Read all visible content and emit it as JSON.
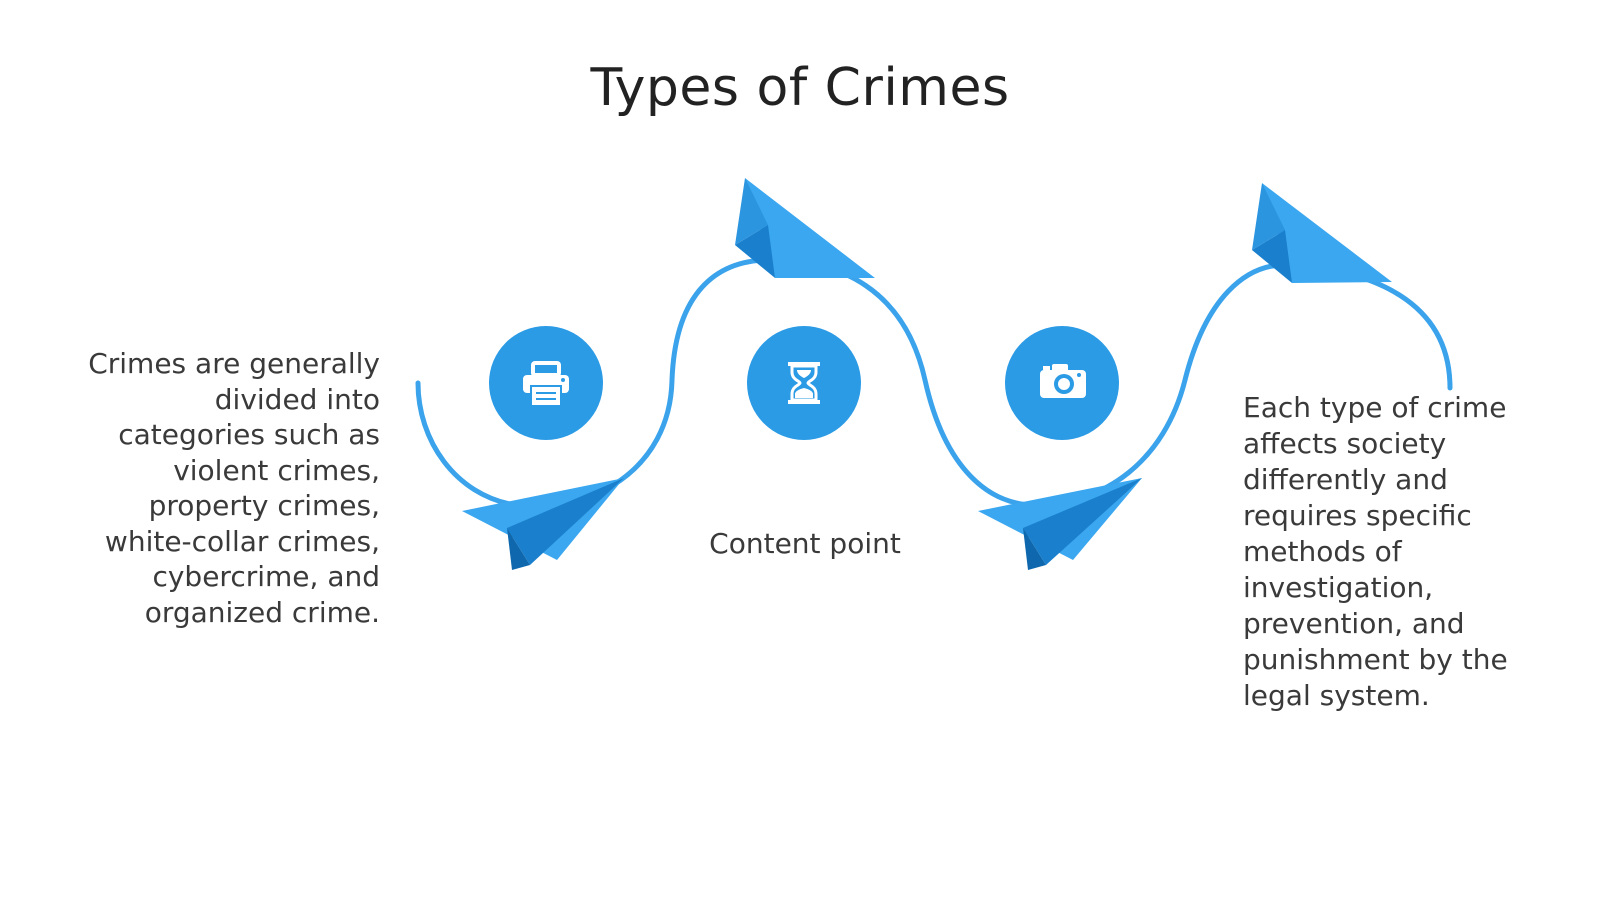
{
  "slide": {
    "title": "Types of Crimes",
    "left_text": "Crimes are generally divided into categories such as violent crimes, property crimes, white-collar crimes, cybercrime, and organized crime.",
    "right_text": "Each type of crime affects society differently and requires specific methods of investigation, prevention, and punishment by the legal system.",
    "content_point": "Content point"
  },
  "nodes": [
    {
      "icon": "printer-icon"
    },
    {
      "icon": "hourglass-icon"
    },
    {
      "icon": "camera-icon"
    }
  ],
  "colors": {
    "accent": "#2b9be6",
    "curve": "#3aa3ec",
    "plane_light": "#3aa7f0",
    "plane_dark": "#1a7fcc",
    "text": "#3a3a3a",
    "title": "#222222"
  }
}
